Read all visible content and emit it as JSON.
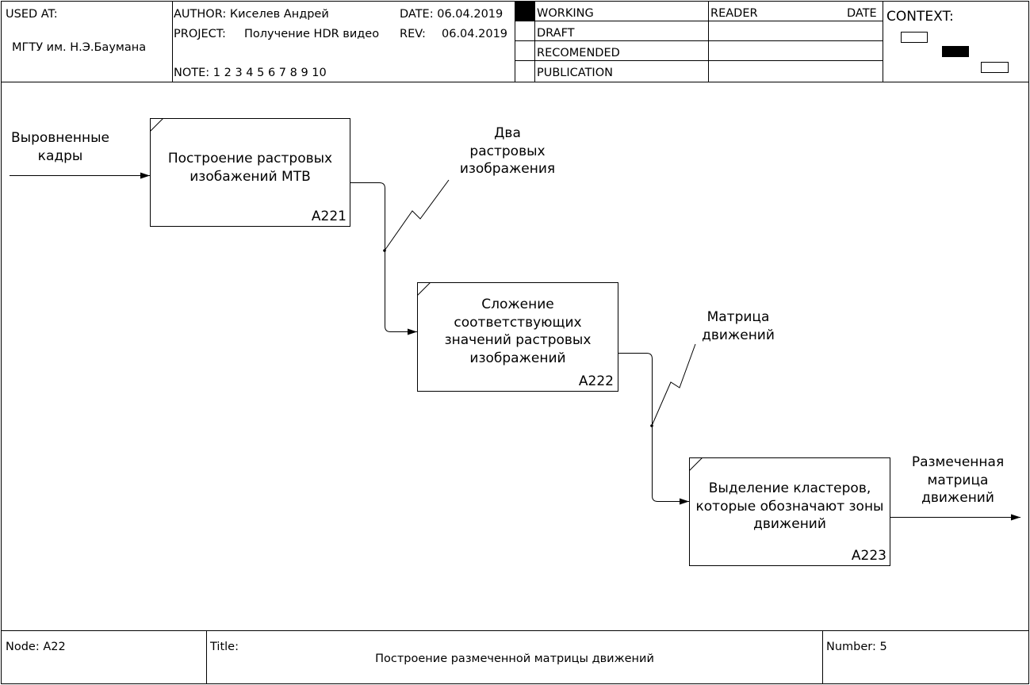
{
  "header": {
    "used_at_label": "USED AT:",
    "used_at_value": "МГТУ им. Н.Э.Баумана",
    "author_label": "AUTHOR:",
    "author_value": "Киселев Андрей",
    "date_label": "DATE:",
    "date_value": "06.04.2019",
    "project_label": "PROJECT:",
    "project_value": "Получение HDR видео",
    "rev_label": "REV:",
    "rev_value": "06.04.2019",
    "note_label": "NOTE:",
    "note_value": "1 2 3 4 5 6 7 8 9 10",
    "status": [
      "WORKING",
      "DRAFT",
      "RECOMENDED",
      "PUBLICATION"
    ],
    "active_status": "WORKING",
    "reader_label": "READER",
    "reader_date_label": "DATE",
    "context_label": "CONTEXT:"
  },
  "diagram": {
    "boxes": [
      {
        "id": "A221",
        "text": "Построение растровых изобажений MTB"
      },
      {
        "id": "A222",
        "text": "Сложение соответствующих значений растровых изображений"
      },
      {
        "id": "A223",
        "text": "Выделение кластеров, которые обозначают зоны движений"
      }
    ],
    "arrow_labels": {
      "input": [
        "Выровненные",
        "кадры"
      ],
      "a1_to_a2": [
        "Два",
        "растровых",
        "изображения"
      ],
      "a2_to_a3": [
        "Матрица",
        "движений"
      ],
      "output": [
        "Размеченная",
        "матрица",
        "движений"
      ]
    }
  },
  "footer": {
    "node_label": "Node:",
    "node_value": "A22",
    "title_label": "Title:",
    "title_value": "Построение размеченной матрицы движений",
    "number_label": "Number:",
    "number_value": "5"
  }
}
